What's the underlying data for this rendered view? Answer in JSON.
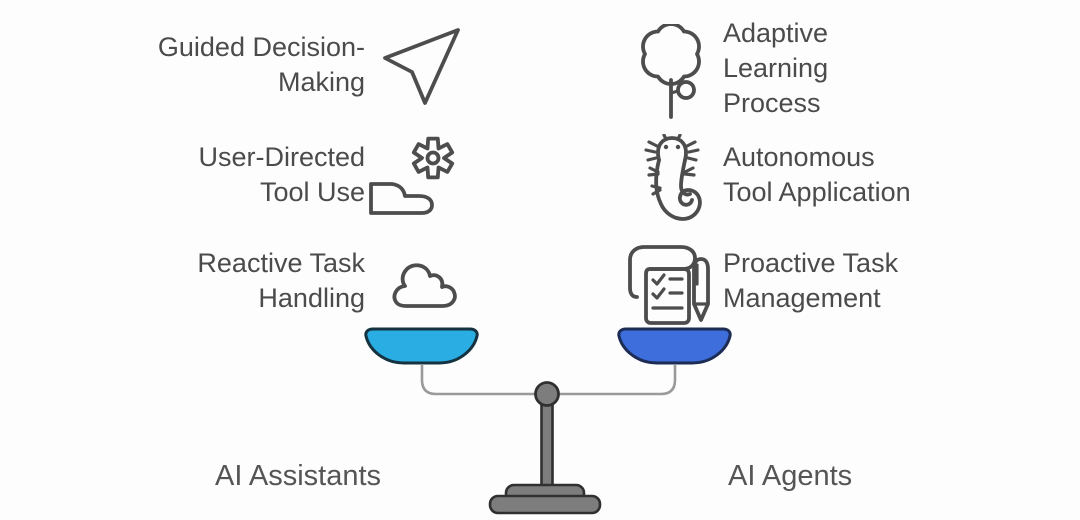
{
  "left": {
    "footer_label": "AI Assistants",
    "items": [
      {
        "label": "Guided Decision-\nMaking",
        "icon": "paper-plane-icon"
      },
      {
        "label": "User-Directed\nTool Use",
        "icon": "gear-hand-plane-icon"
      },
      {
        "label": "Reactive Task\nHandling",
        "icon": "cloud-icon"
      }
    ]
  },
  "right": {
    "footer_label": "AI Agents",
    "items": [
      {
        "label": "Adaptive\nLearning\nProcess",
        "icon": "learning-tree-icon"
      },
      {
        "label": "Autonomous\nTool Application",
        "icon": "salamander-icon"
      },
      {
        "label": "Proactive Task\nManagement",
        "icon": "checklist-pen-icon"
      }
    ]
  },
  "scale": {
    "metaphor": "balance-scale"
  },
  "colors": {
    "left_pan": "#2aade3",
    "left_pan_outline": "#143240",
    "right_pan": "#3e6ddc",
    "right_pan_outline": "#1c2c54",
    "stand": "#7d7d7d",
    "stand_outline": "#303030",
    "beam": "#9a9a9a",
    "text": "#4b4b4b",
    "icon_stroke": "#4d4d4d"
  }
}
